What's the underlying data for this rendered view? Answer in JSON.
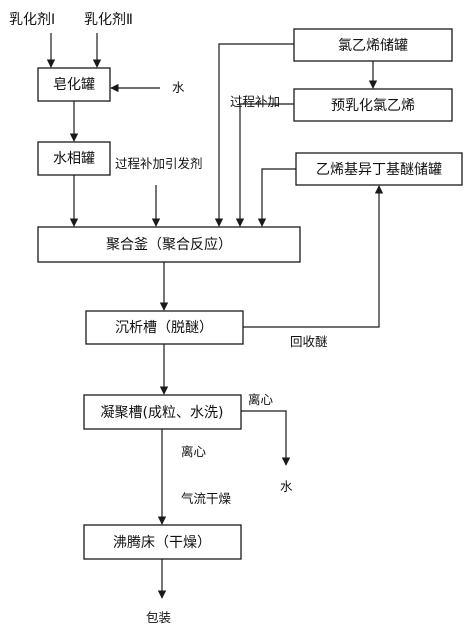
{
  "inputs": {
    "emulsifier_1": "乳化剂Ⅰ",
    "emulsifier_2": "乳化剂Ⅱ"
  },
  "boxes": {
    "soap_tank": "皂化罐",
    "water_phase_tank": "水相罐",
    "reactor": "聚合釜（聚合反应）",
    "settling_tank": "沉析槽（脱醚）",
    "coagulation_tank": "凝聚槽(成粒、水洗)",
    "fluid_bed": "沸腾床（干燥）",
    "vc_storage": "氯乙烯储罐",
    "pre_emulsified_vc": "预乳化氯乙烯",
    "ivbe_storage": "乙烯基异丁基醚储罐"
  },
  "labels": {
    "water_in": "水",
    "process_add_vc": "过程补加",
    "process_add_initiator": "过程补加引发剂",
    "recycle_ether": "回收醚",
    "centrifuge_1": "离心",
    "water_out": "水",
    "centrifuge_2": "离心",
    "airflow_dry": "气流干燥",
    "packaging": "包装"
  }
}
